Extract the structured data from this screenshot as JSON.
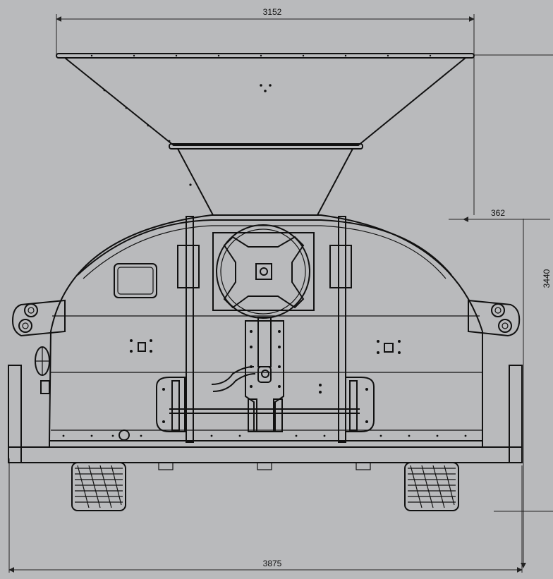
{
  "dimensions": {
    "top_width": "3152",
    "bottom_width": "3875",
    "height": "3440",
    "offset": "362"
  },
  "colors": {
    "background": "#b9babc",
    "line": "#111111"
  }
}
